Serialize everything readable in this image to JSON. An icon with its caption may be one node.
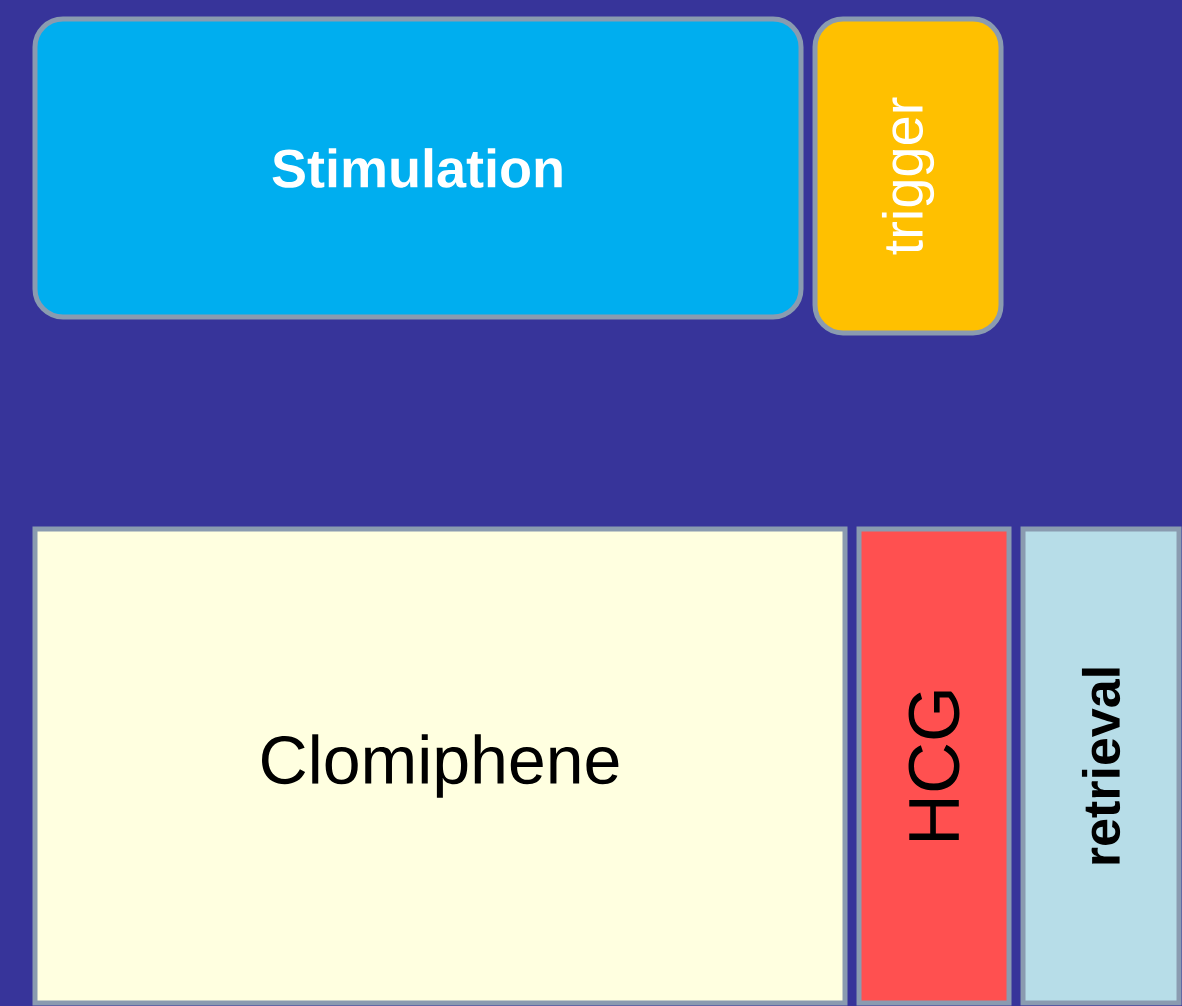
{
  "diagram": {
    "nodes": [
      {
        "text": [
          "Stimulation"
        ]
      },
      {
        "text": [
          "trigger"
        ]
      },
      {
        "text": [
          "Clomiphene"
        ]
      },
      {
        "text": [
          "HCG"
        ]
      },
      {
        "text": [
          "retrieval"
        ]
      }
    ]
  }
}
